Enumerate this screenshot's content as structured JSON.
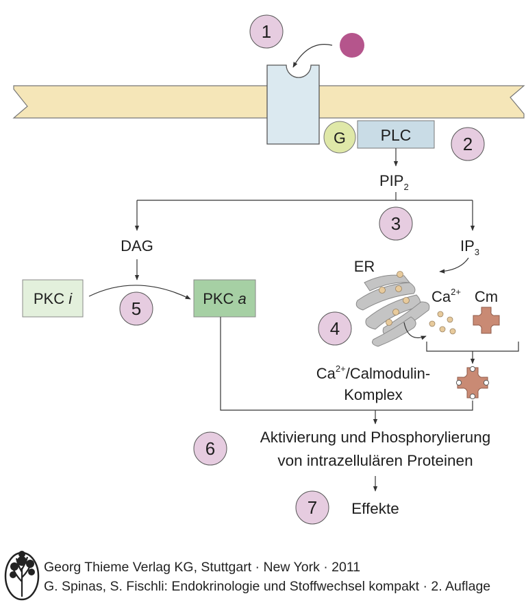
{
  "colors": {
    "membrane": "#f5e6b8",
    "receptor": "#dbe9f0",
    "ligand": "#b5558c",
    "g_protein": "#dfe8a8",
    "plc": "#c9dce6",
    "step_circle": "#e6cce0",
    "pkc_inactive": "#e3f0dc",
    "pkc_active": "#a6d0a4",
    "er": "#c4c4c4",
    "calcium": "#e7ca9c",
    "calmodulin": "#c98a74"
  },
  "steps": [
    "1",
    "2",
    "3",
    "4",
    "5",
    "6",
    "7"
  ],
  "labels": {
    "g": "G",
    "plc": "PLC",
    "pip2": "PIP",
    "pip2_sub": "2",
    "dag": "DAG",
    "ip3": "IP",
    "ip3_sub": "3",
    "er": "ER",
    "ca": "Ca",
    "ca_sup": "2+",
    "cm": "Cm",
    "pkc_i": "PKC ",
    "pkc_i_suffix": "i",
    "pkc_a": "PKC ",
    "pkc_a_suffix": "a",
    "complex_ca": "Ca",
    "complex_sup": "2+",
    "complex_line1": "/Calmodulin-",
    "complex_line2": "Komplex",
    "activation_line1": "Aktivierung und Phosphorylierung",
    "activation_line2": "von intrazellulären Proteinen",
    "effects": "Effekte"
  },
  "icons": {
    "logo": "thieme-tree-logo"
  },
  "footer": {
    "line1": "Georg Thieme Verlag KG, Stuttgart · New York · 2011",
    "line2": "G. Spinas, S. Fischli: Endokrinologie und Stoffwechsel kompakt · 2. Auflage"
  }
}
